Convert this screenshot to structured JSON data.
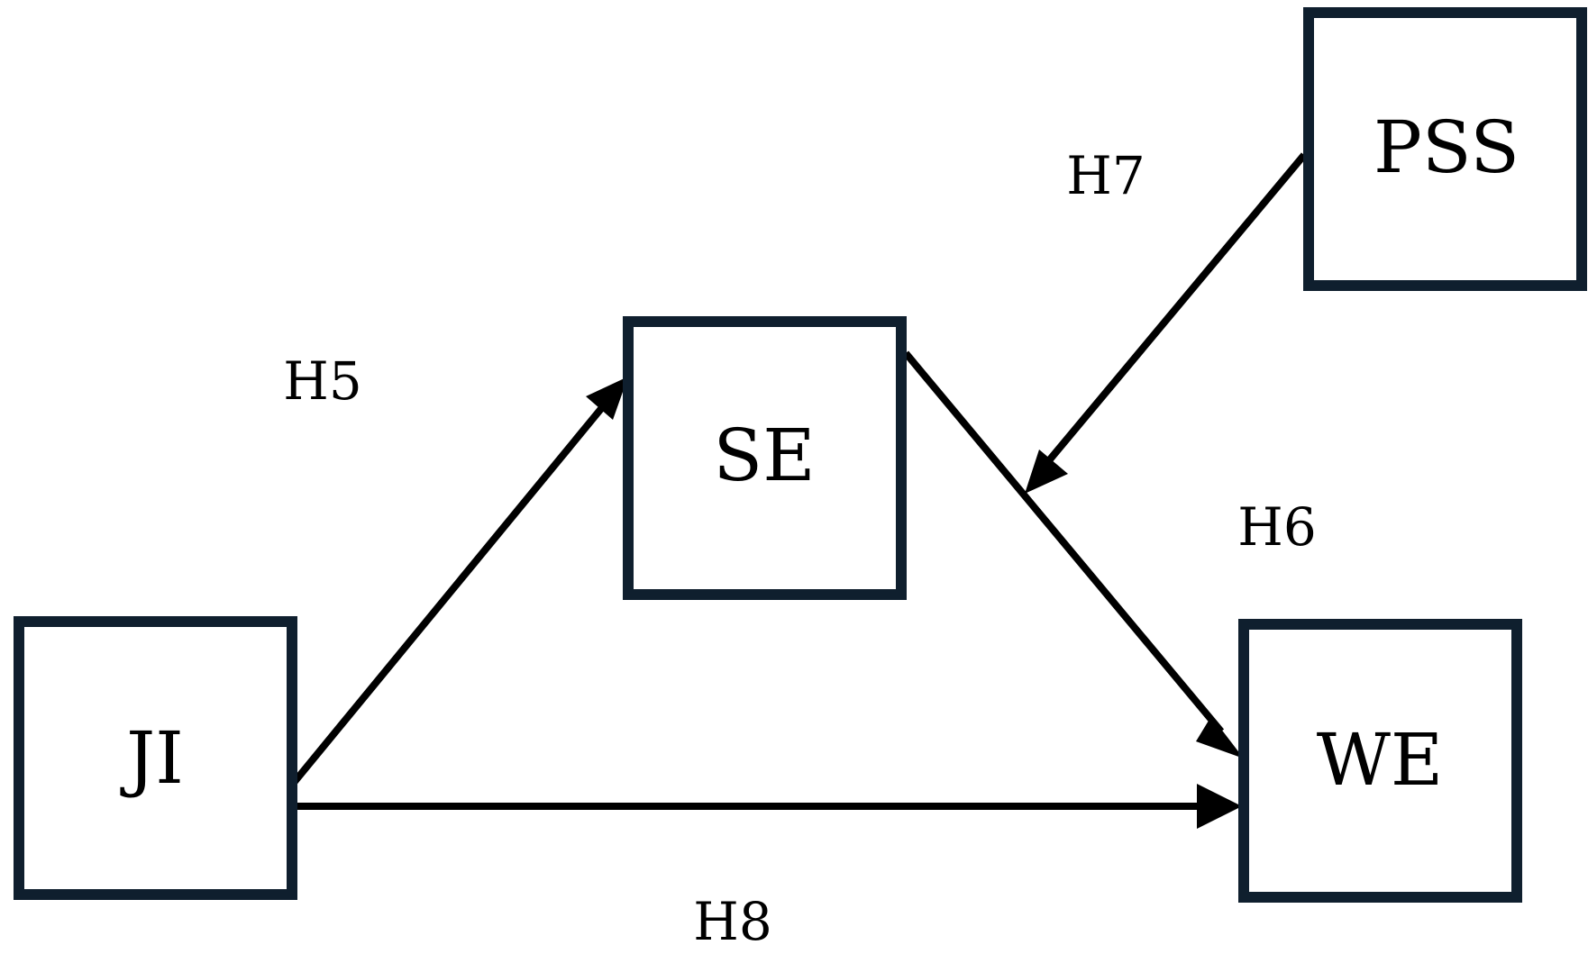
{
  "nodes": {
    "ji": {
      "label": "JI"
    },
    "se": {
      "label": "SE"
    },
    "we": {
      "label": "WE"
    },
    "pss": {
      "label": "PSS"
    }
  },
  "edges": {
    "h5": {
      "label": "H5",
      "from": "JI",
      "to": "SE"
    },
    "h6": {
      "label": "H6",
      "from": "SE",
      "to": "WE"
    },
    "h7": {
      "label": "H7",
      "from": "PSS",
      "to": "SE-WE path"
    },
    "h8": {
      "label": "H8",
      "from": "JI",
      "to": "WE"
    }
  },
  "colors": {
    "box_border": "#0f1f2e",
    "arrow": "#000000",
    "background": "#ffffff"
  }
}
